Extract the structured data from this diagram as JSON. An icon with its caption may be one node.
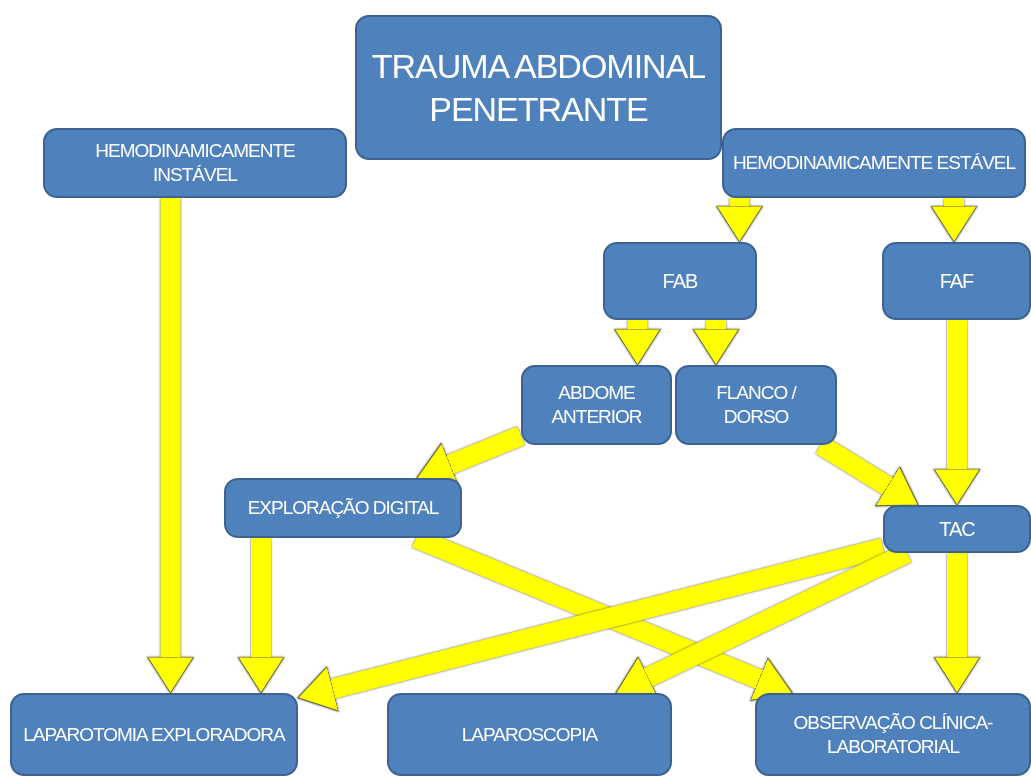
{
  "diagram": {
    "nodes": [
      {
        "text": [
          "TRAUMA ABDOMINAL PENETRANTE"
        ]
      },
      {
        "text": [
          "HEMODINAMICAMENTE INSTÁVEL"
        ]
      },
      {
        "text": [
          "HEMODINAMICAMENTE ESTÁVEL"
        ]
      },
      {
        "text": [
          "FAB"
        ]
      },
      {
        "text": [
          "FAF"
        ]
      },
      {
        "text": [
          "ABDOME ANTERIOR"
        ]
      },
      {
        "text": [
          "FLANCO / DORSO"
        ]
      },
      {
        "text": [
          "EXPLORAÇÃO DIGITAL"
        ]
      },
      {
        "text": [
          "TAC"
        ]
      },
      {
        "text": [
          "LAPAROTOMIA EXPLORADORA"
        ]
      },
      {
        "text": [
          "LAPAROSCOPIA"
        ]
      },
      {
        "text": [
          "OBSERVAÇÃO CLÍNICA-LABORATORIAL"
        ]
      }
    ],
    "edges": [
      {
        "from": 1,
        "to": 9,
        "arrow": "to"
      },
      {
        "from": 2,
        "to": 3,
        "arrow": "to"
      },
      {
        "from": 2,
        "to": 4,
        "arrow": "to"
      },
      {
        "from": 3,
        "to": 5,
        "arrow": "to"
      },
      {
        "from": 3,
        "to": 6,
        "arrow": "to"
      },
      {
        "from": 5,
        "to": 7,
        "arrow": "to"
      },
      {
        "from": 6,
        "to": 8,
        "arrow": "to"
      },
      {
        "from": 4,
        "to": 8,
        "arrow": "to"
      },
      {
        "from": 7,
        "to": 9,
        "arrow": "to"
      },
      {
        "from": 7,
        "to": 11,
        "arrow": "to"
      },
      {
        "from": 8,
        "to": 9,
        "arrow": "to"
      },
      {
        "from": 8,
        "to": 10,
        "arrow": "to"
      },
      {
        "from": 8,
        "to": 11,
        "arrow": "to"
      }
    ]
  }
}
